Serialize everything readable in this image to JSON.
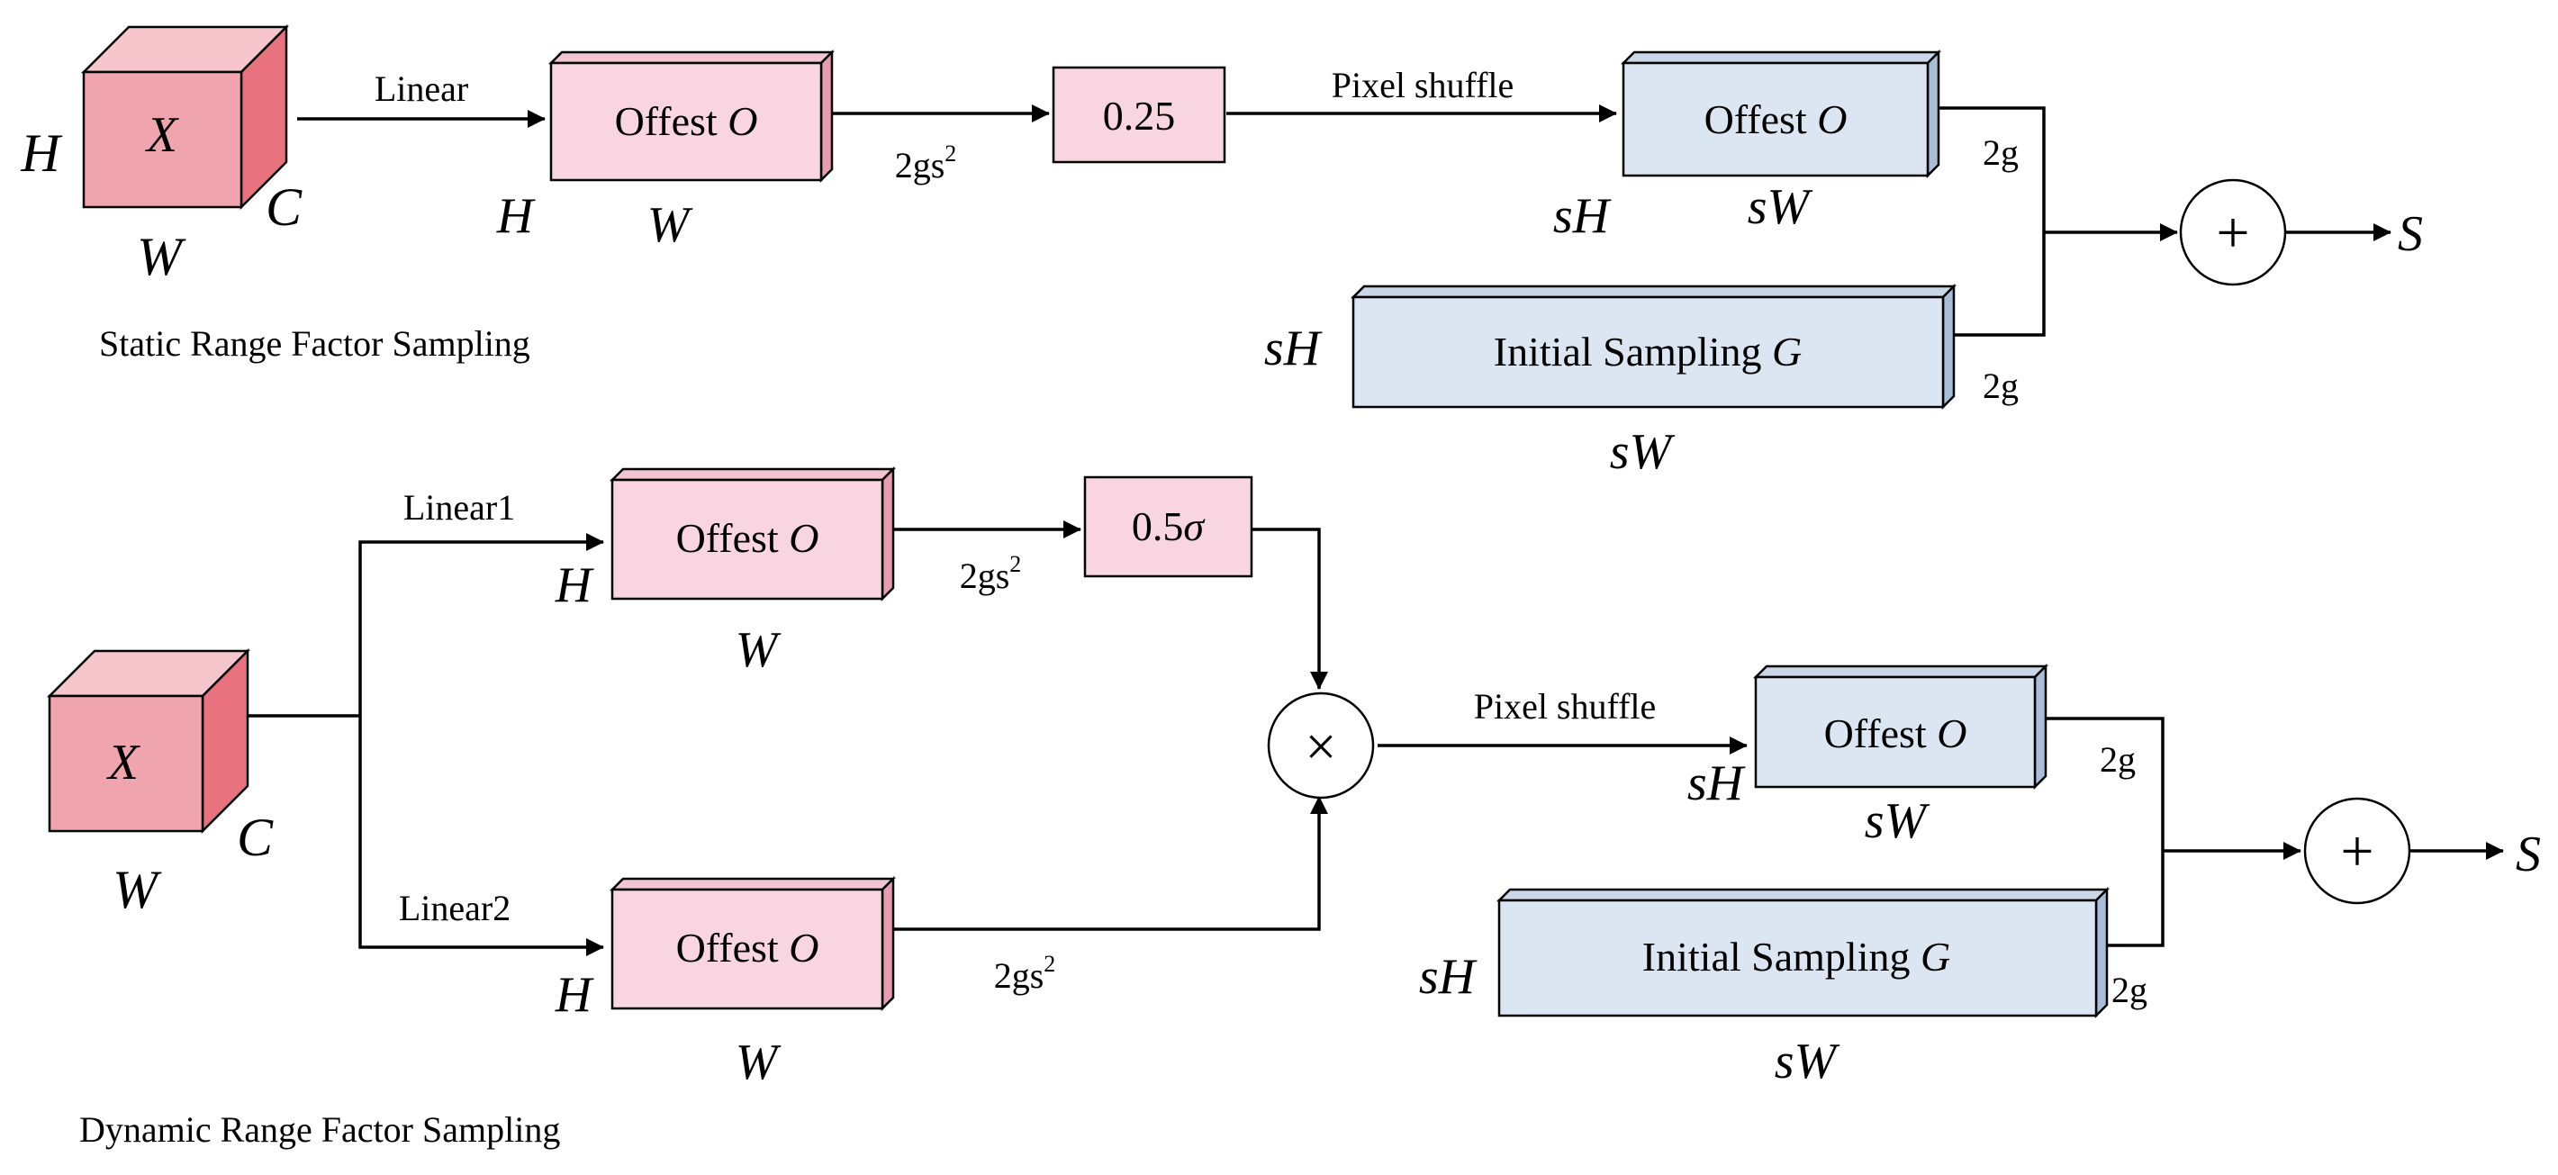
{
  "static": {
    "caption": "Static Range Factor Sampling",
    "input": {
      "label": "X",
      "h": "H",
      "w": "W",
      "c": "C"
    },
    "linear_label": "Linear",
    "offset_box": {
      "label": "Offest",
      "var": "O",
      "h": "H",
      "w": "W"
    },
    "channels": "2gs",
    "channels_exp": "2",
    "scale_box": "0.25",
    "shuffle_label": "Pixel shuffle",
    "offset_box2": {
      "label": "Offest",
      "var": "O",
      "h": "sH",
      "w": "sW"
    },
    "sampling_box": {
      "label": "Initial Sampling",
      "var": "G",
      "h": "sH",
      "w": "sW"
    },
    "g_top": "2g",
    "g_bottom": "2g",
    "sum_symbol": "+",
    "output": "S"
  },
  "dynamic": {
    "caption": "Dynamic Range Factor Sampling",
    "input": {
      "label": "X",
      "w": "W",
      "c": "C"
    },
    "linear1_label": "Linear1",
    "linear2_label": "Linear2",
    "offset_box1": {
      "label": "Offest",
      "var": "O",
      "h": "H",
      "w": "W"
    },
    "offset_box2": {
      "label": "Offest",
      "var": "O",
      "h": "H",
      "w": "W"
    },
    "channels1": "2gs",
    "channels1_exp": "2",
    "channels2": "2gs",
    "channels2_exp": "2",
    "scale_box": {
      "coef": "0.5",
      "var": "σ"
    },
    "mult_symbol": "×",
    "shuffle_label": "Pixel shuffle",
    "offset_box3": {
      "label": "Offest",
      "var": "O",
      "h": "sH",
      "w": "sW"
    },
    "sampling_box": {
      "label": "Initial Sampling",
      "var": "G",
      "h": "sH",
      "w": "sW"
    },
    "g_top": "2g",
    "g_bottom": "2g",
    "sum_symbol": "+",
    "output": "S"
  }
}
